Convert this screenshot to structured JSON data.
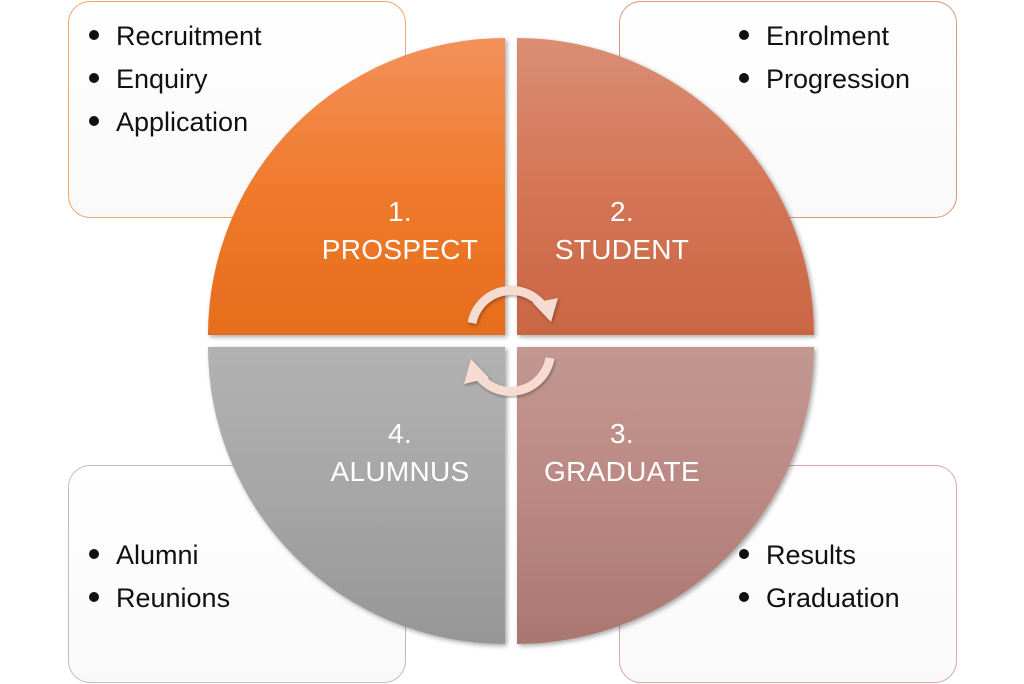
{
  "diagram": {
    "type": "cycle-quadrant",
    "quadrants": [
      {
        "number": "1.",
        "title": "PROSPECT",
        "color": "#ef7a2a",
        "position": "top-left"
      },
      {
        "number": "2.",
        "title": "STUDENT",
        "color": "#d2704e",
        "position": "top-right"
      },
      {
        "number": "3.",
        "title": "GRADUATE",
        "color": "#b98680",
        "position": "bottom-right"
      },
      {
        "number": "4.",
        "title": "ALUMNUS",
        "color": "#a4a4a4",
        "position": "bottom-left"
      }
    ],
    "cycle_arrows": [
      "clockwise-arrow-top",
      "clockwise-arrow-bottom"
    ]
  },
  "boxes": {
    "prospect": {
      "items": [
        "Recruitment",
        "Enquiry",
        "Application"
      ]
    },
    "student": {
      "items": [
        "Enrolment",
        "Progression"
      ]
    },
    "graduate": {
      "items": [
        "Results",
        "Graduation"
      ]
    },
    "alumnus": {
      "items": [
        "Alumni",
        "Reunions"
      ]
    }
  }
}
